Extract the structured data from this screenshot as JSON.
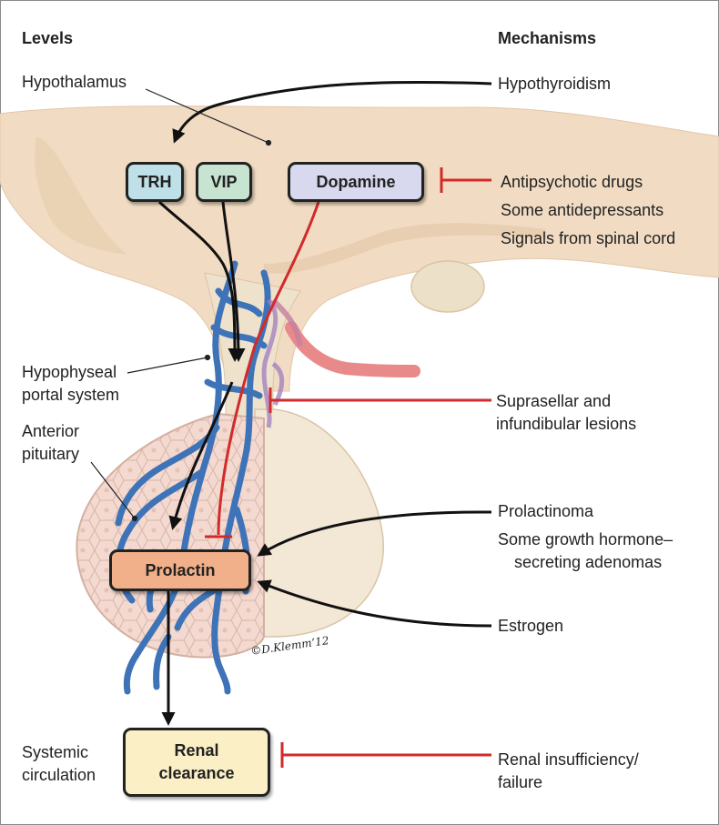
{
  "headers": {
    "levels": "Levels",
    "mechanisms": "Mechanisms"
  },
  "boxes": {
    "trh": "TRH",
    "vip": "VIP",
    "dopamine": "Dopamine",
    "prolactin": "Prolactin",
    "renal_line1": "Renal",
    "renal_line2": "clearance"
  },
  "level_labels": {
    "hypothalamus": "Hypothalamus",
    "portal_line1": "Hypophyseal",
    "portal_line2": "portal system",
    "pituitary_line1": "Anterior",
    "pituitary_line2": "pituitary",
    "systemic_line1": "Systemic",
    "systemic_line2": "circulation"
  },
  "mechanisms": {
    "hypothyroidism": "Hypothyroidism",
    "antipsychotic": "Antipsychotic drugs",
    "antidepressants": "Some antidepressants",
    "spinal": "Signals from spinal cord",
    "suprasellar_line1": "Suprasellar and",
    "suprasellar_line2": "infundibular lesions",
    "prolactinoma": "Prolactinoma",
    "gh_line1": "Some growth hormone–",
    "gh_line2": "secreting adenomas",
    "estrogen": "Estrogen",
    "renal_line1": "Renal insufficiency/",
    "renal_line2": "failure"
  },
  "credit": "©D.Klemm’12",
  "colors": {
    "trh_fill": "#bfe0e6",
    "vip_fill": "#c6e4cf",
    "dopamine_fill": "#d8d8ee",
    "prolactin_fill": "#f2b08a",
    "renal_fill": "#fbefc6",
    "inhibit_red": "#d22a2a",
    "vessel_blue": "#3e73b8",
    "tissue": "#f1dcc3"
  }
}
